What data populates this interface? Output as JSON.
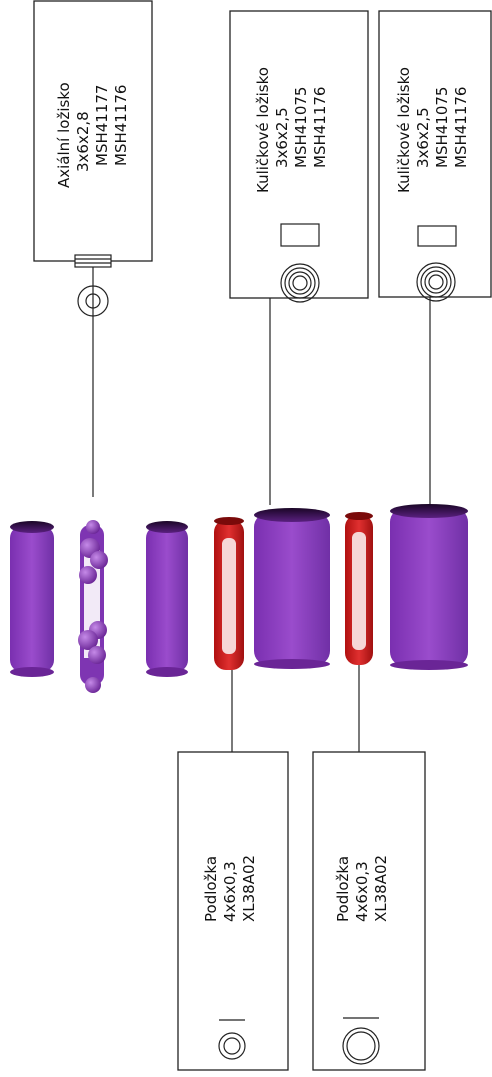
{
  "colors": {
    "bearing": "#8a3fbf",
    "bearing_dark": "#2a0d3a",
    "washer": "#d62020",
    "box_stroke": "#222222",
    "text": "#111111"
  },
  "callouts": {
    "axial": {
      "lines": [
        "Axiální ložisko",
        "3x6x2,8",
        "MSH41177",
        "MSH41176"
      ],
      "icon": "axial-bearing-icon"
    },
    "ball1": {
      "lines": [
        "Kuličkové ložisko",
        "3x6x2,5",
        "MSH41075",
        "MSH41176"
      ],
      "icon": "ball-bearing-icon"
    },
    "ball2": {
      "lines": [
        "Kuličkové ložisko",
        "3x6x2,5",
        "MSH41075",
        "MSH41176"
      ],
      "icon": "ball-bearing-icon"
    },
    "washer1": {
      "lines": [
        "Podložka",
        "4x6x0,3",
        "XL38A02"
      ],
      "icon": "washer-icon"
    },
    "washer2": {
      "lines": [
        "Podložka",
        "4x6x0,3",
        "XL38A02"
      ],
      "icon": "washer-icon"
    }
  }
}
